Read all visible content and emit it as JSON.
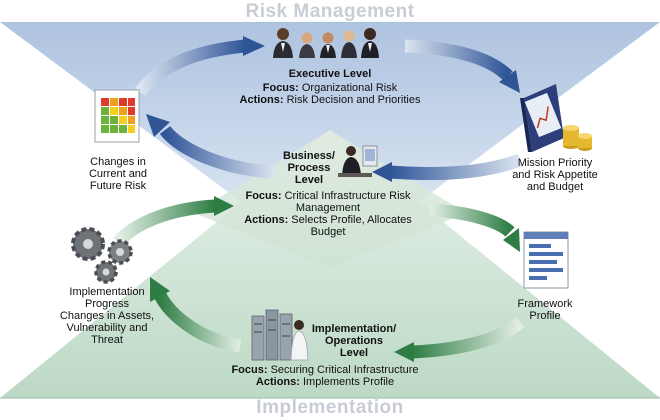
{
  "header_title": "Risk Management",
  "footer_title": "Implementation",
  "executive": {
    "title": "Executive Level",
    "focus_label": "Focus:",
    "focus_value": "Organizational Risk",
    "actions_label": "Actions:",
    "actions_value": "Risk Decision and Priorities"
  },
  "business": {
    "title_line1": "Business/",
    "title_line2": "Process",
    "title_line3": "Level",
    "focus_label": "Focus:",
    "focus_value_line1": "Critical Infrastructure Risk",
    "focus_value_line2": "Management",
    "actions_label": "Actions:",
    "actions_value_line1": "Selects Profile, Allocates",
    "actions_value_line2": "Budget"
  },
  "implementation": {
    "title_line1": "Implementation/",
    "title_line2": "Operations",
    "title_line3": "Level",
    "focus_label": "Focus:",
    "focus_value": "Securing Critical Infrastructure",
    "actions_label": "Actions:",
    "actions_value": "Implements Profile"
  },
  "changes_risk": {
    "line1": "Changes in",
    "line2": "Current and",
    "line3": "Future Risk"
  },
  "mission": {
    "line1": "Mission Priority",
    "line2": "and Risk Appetite",
    "line3": "and Budget"
  },
  "framework": {
    "line1": "Framework",
    "line2": "Profile"
  },
  "progress": {
    "line1": "Implementation",
    "line2": "Progress",
    "line3": "Changes in Assets,",
    "line4": "Vulnerability and",
    "line5": "Threat"
  },
  "colors": {
    "top_triangle": "#c9d7e9",
    "bottom_triangle": "#d3e5d8",
    "blue_arrow": "#2f5597",
    "green_arrow": "#2e7d44",
    "title_gray": "#c8ccd4"
  }
}
